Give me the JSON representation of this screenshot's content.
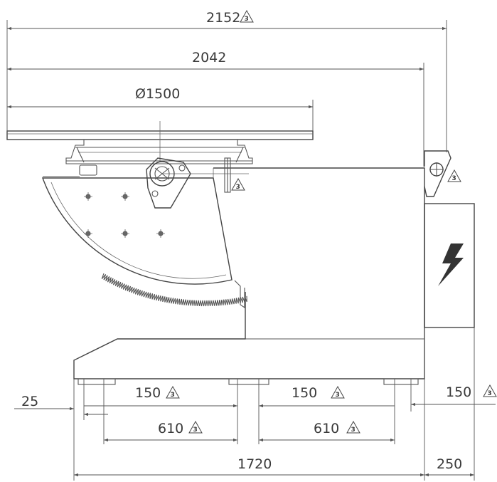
{
  "dimensions": {
    "overall_width": "2152",
    "swing_width": "2042",
    "table_diameter": "Ø1500",
    "base_length": "1720",
    "cabinet_width": "250",
    "edge_offset": "25",
    "foot_spacing_left": "150",
    "foot_spacing_mid": "150",
    "foot_spacing_right": "150",
    "hole_pitch_left": "610",
    "hole_pitch_right": "610"
  },
  "revision_mark": "3",
  "icons": {
    "electrical": "lightning-bolt-icon",
    "revision": "revision-triangle-icon"
  },
  "colors": {
    "line": "#555555",
    "background": "#ffffff"
  }
}
